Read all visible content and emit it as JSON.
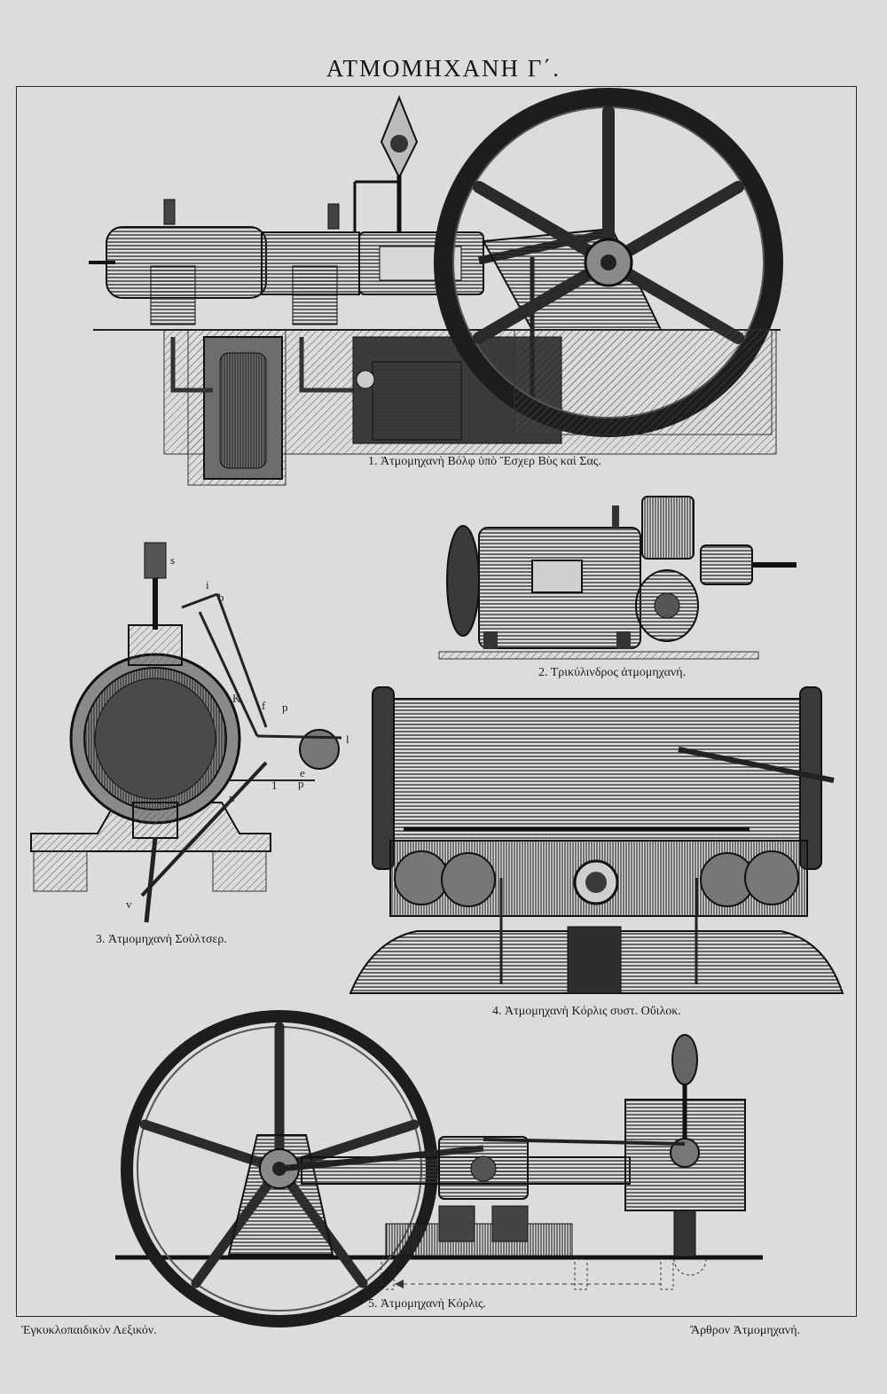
{
  "plate": {
    "title": "ΑΤΜΟΜΗΧΑΝΗ Γ΄."
  },
  "figures": [
    {
      "caption": "1. Ἀτμομηχανὴ Βόλφ ὑπὸ Ἔσχερ Βὺς καὶ Σας."
    },
    {
      "caption": "2. Τρικύλινδρος ἀτμομηχανή."
    },
    {
      "caption": "3. Ἀτμομηχανὴ Σοὺλτσερ."
    },
    {
      "caption": "4. Ἀτμομηχανὴ Κόρλις συστ. Οὔιλοκ."
    },
    {
      "caption": "5. Ἀτμομηχανὴ Κόρλις."
    }
  ],
  "figure3_letters": [
    "s",
    "i",
    "b",
    "K",
    "f",
    "p",
    "l",
    "e",
    "n",
    "p",
    "1",
    "v"
  ],
  "footer": {
    "left": "Ἐγκυκλοπαιδικὸν Λεξικόν.",
    "right": "Ἄρθρον Ἀτμομηχανή."
  }
}
